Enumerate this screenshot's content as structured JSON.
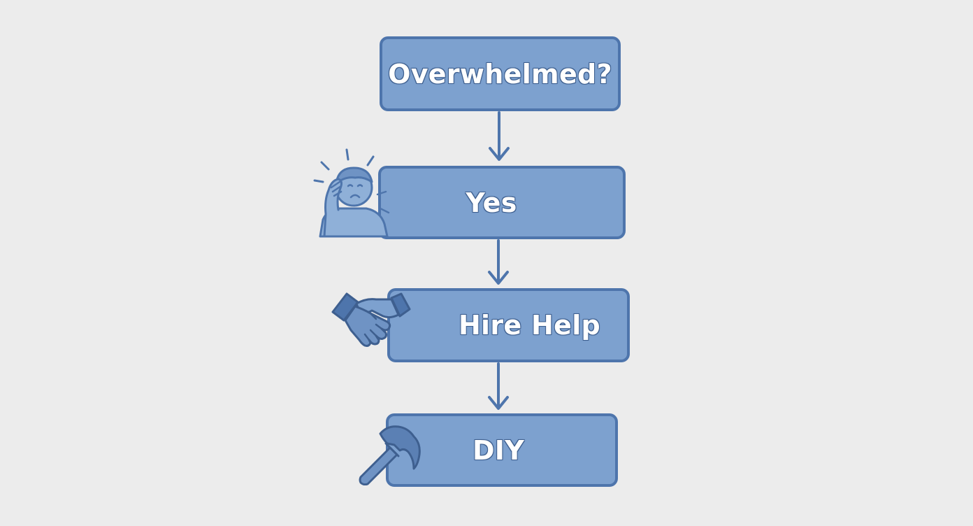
{
  "flowchart": {
    "nodes": [
      {
        "id": "overwhelmed",
        "label": "Overwhelmed?",
        "icon": null
      },
      {
        "id": "yes",
        "label": "Yes",
        "icon": "stressed-person-icon"
      },
      {
        "id": "hire",
        "label": "Hire Help",
        "icon": "handshake-icon"
      },
      {
        "id": "diy",
        "label": "DIY",
        "icon": "hammer-icon"
      }
    ],
    "edges": [
      {
        "from": "overwhelmed",
        "to": "yes"
      },
      {
        "from": "yes",
        "to": "hire"
      },
      {
        "from": "hire",
        "to": "diy"
      }
    ]
  },
  "colors": {
    "background": "#ececec",
    "node_fill": "#7da1cf",
    "node_border": "#4e75ac",
    "arrow": "#4e75ac",
    "label": "#ffffff"
  }
}
